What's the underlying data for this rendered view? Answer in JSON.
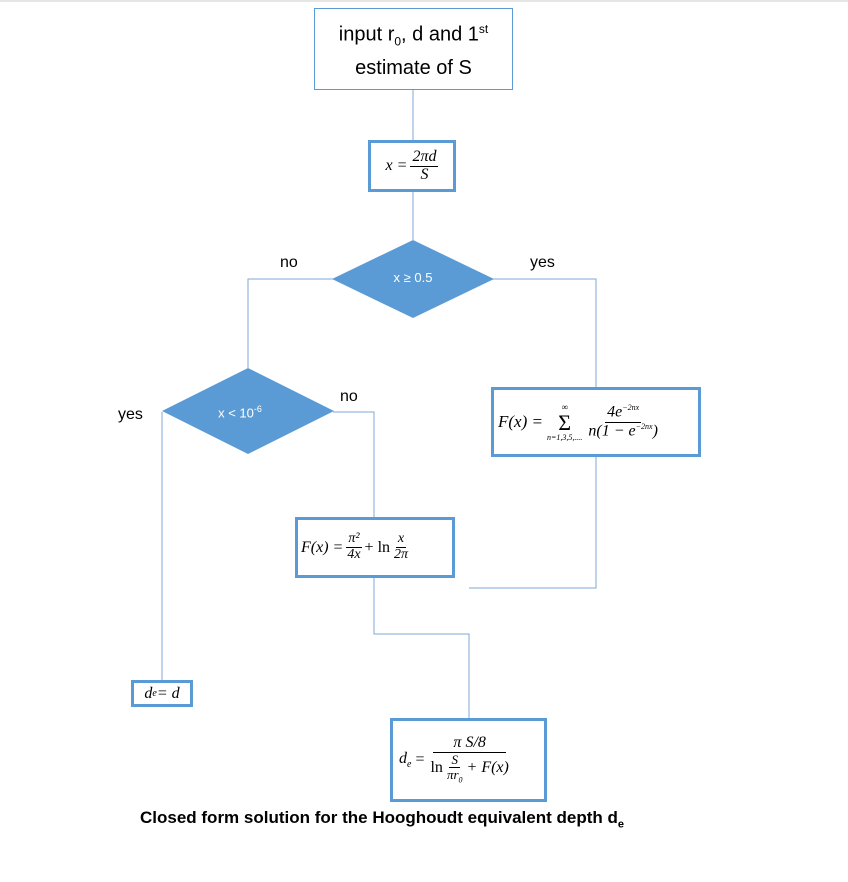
{
  "start_box": {
    "line1_prefix": "input r",
    "line1_sub": "0",
    "line1_suffix": ", d and 1",
    "line1_sup": "st",
    "line2": "estimate of S"
  },
  "x_formula": {
    "lhs": "x =",
    "num": "2πd",
    "den": "S"
  },
  "decision1": {
    "label": "x ≥ 0.5",
    "no_label": "no",
    "yes_label": "yes"
  },
  "decision2": {
    "label_base": "x < 10",
    "label_sup": "-6",
    "yes_label": "yes",
    "no_label": "no"
  },
  "f_series": {
    "lhs": "F(x) =",
    "sigma": "Σ",
    "sigma_top": "∞",
    "sigma_bottom": "n=1,3,5,....",
    "num": "4e",
    "num_sup": "−2nx",
    "den": "n(1 − e",
    "den_sup": "−2nx",
    "den_close": ")"
  },
  "f_small": {
    "lhs": "F(x) =",
    "num1": "π²",
    "den1": "4x",
    "plus_ln": "+ ln",
    "num2": "x",
    "den2": "2π"
  },
  "de_eq_d": {
    "text": "d",
    "sub": "e",
    "rest": " = d"
  },
  "de_final": {
    "lhs": "d",
    "lhs_sub": "e",
    "eq": "=",
    "num": "π S/8",
    "ln": "ln",
    "inner_num": "S",
    "inner_den": "πr",
    "inner_den_sub": "0",
    "plus": "+ F(x)"
  },
  "caption": {
    "text": "Closed form solution for the Hooghoudt equivalent depth d",
    "sub": "e"
  },
  "colors": {
    "accent": "#5b9bd5",
    "line": "#7fa7d6"
  }
}
